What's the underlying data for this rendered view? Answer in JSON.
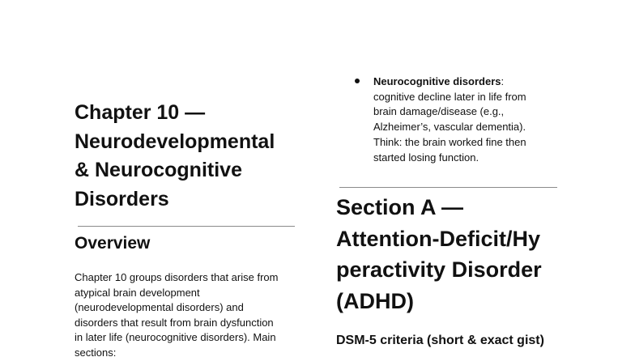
{
  "chapter": {
    "title_lines": [
      "Chapter 10 —",
      "Neurodevelopmental",
      "& Neurocognitive",
      "Disorders"
    ]
  },
  "overview": {
    "heading": "Overview",
    "body_lines": [
      "Chapter 10 groups disorders that arise from",
      "atypical brain development",
      "(neurodevelopmental disorders) and",
      "disorders that result from brain dysfunction",
      "in later life (neurocognitive disorders). Main",
      "sections:"
    ]
  },
  "bullet": {
    "term": "Neurocognitive disorders",
    "first_line_rest": ":",
    "lines": [
      "cognitive decline later in life from",
      "brain damage/disease (e.g.,",
      "Alzheimer’s, vascular dementia).",
      "Think: the brain worked fine then",
      "started losing function."
    ]
  },
  "section_a": {
    "title_lines": [
      "Section A —",
      "Attention-Deficit/Hy",
      "peractivity Disorder",
      "(ADHD)"
    ],
    "subheading": "DSM-5 criteria (short & exact gist)"
  }
}
